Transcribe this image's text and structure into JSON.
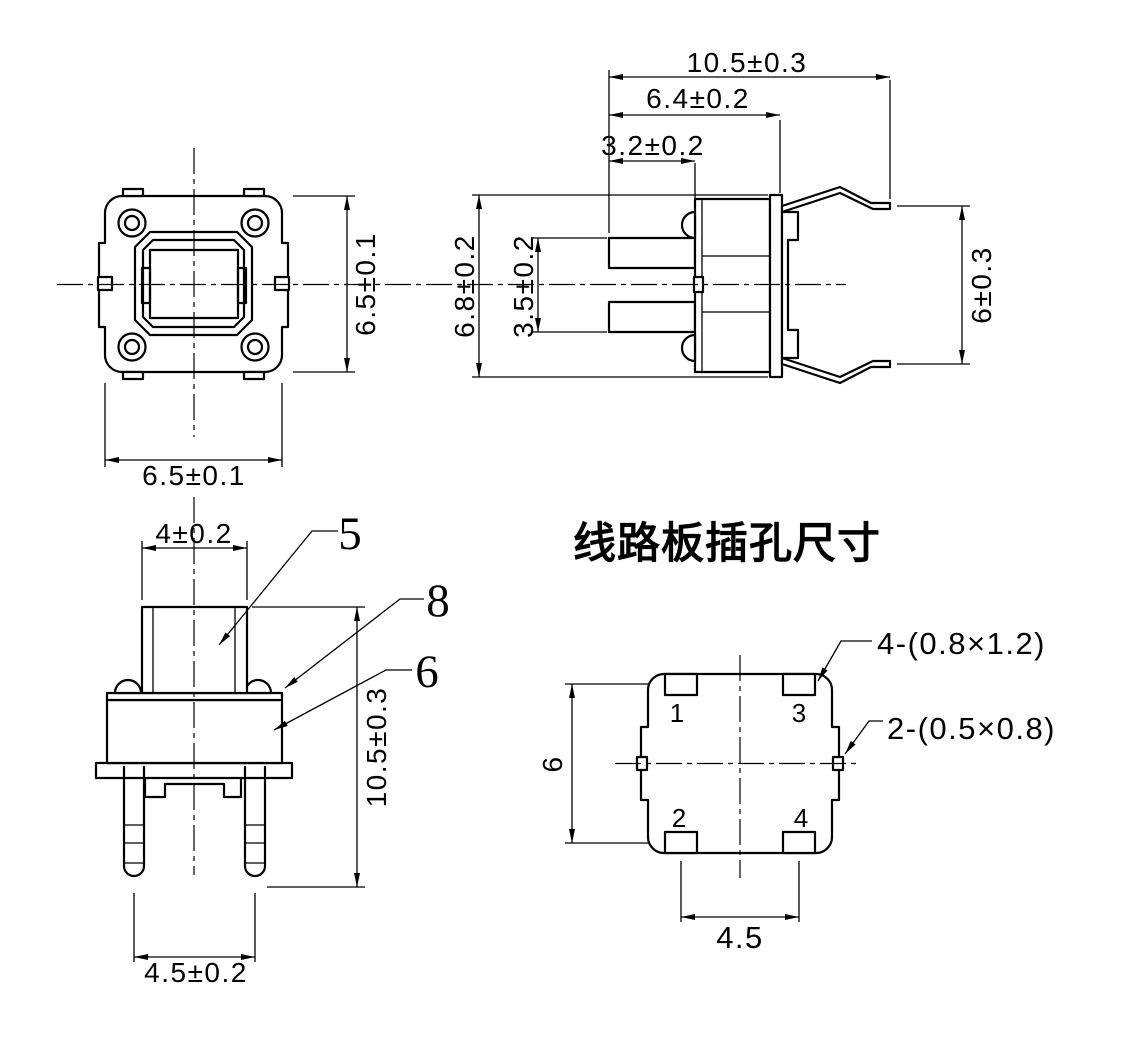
{
  "colors": {
    "background": "#ffffff",
    "line": "#000000"
  },
  "views": {
    "top_view": {
      "dim_width": "6.5±0.1",
      "dim_height": "6.5±0.1"
    },
    "side_view": {
      "dim_total": "10.5±0.3",
      "dim_body": "6.4±0.2",
      "dim_pin": "3.2±0.2",
      "dim_height": "6.8±0.2",
      "dim_pin_span": "3.5±0.2",
      "dim_bracket": "6±0.3"
    },
    "front_view": {
      "dim_stem": "4±0.2",
      "dim_total_height": "10.5±0.3",
      "dim_leg_span": "4.5±0.2",
      "callout_stem": "5",
      "callout_dome": "8",
      "callout_base": "6"
    },
    "pcb_view": {
      "title": "线路板插孔尺寸",
      "callout_corner": "4-(0.8×1.2)",
      "callout_side": "2-(0.5×0.8)",
      "dim_height": "6",
      "dim_width": "4.5",
      "pads": [
        "1",
        "3",
        "2",
        "4"
      ]
    }
  }
}
